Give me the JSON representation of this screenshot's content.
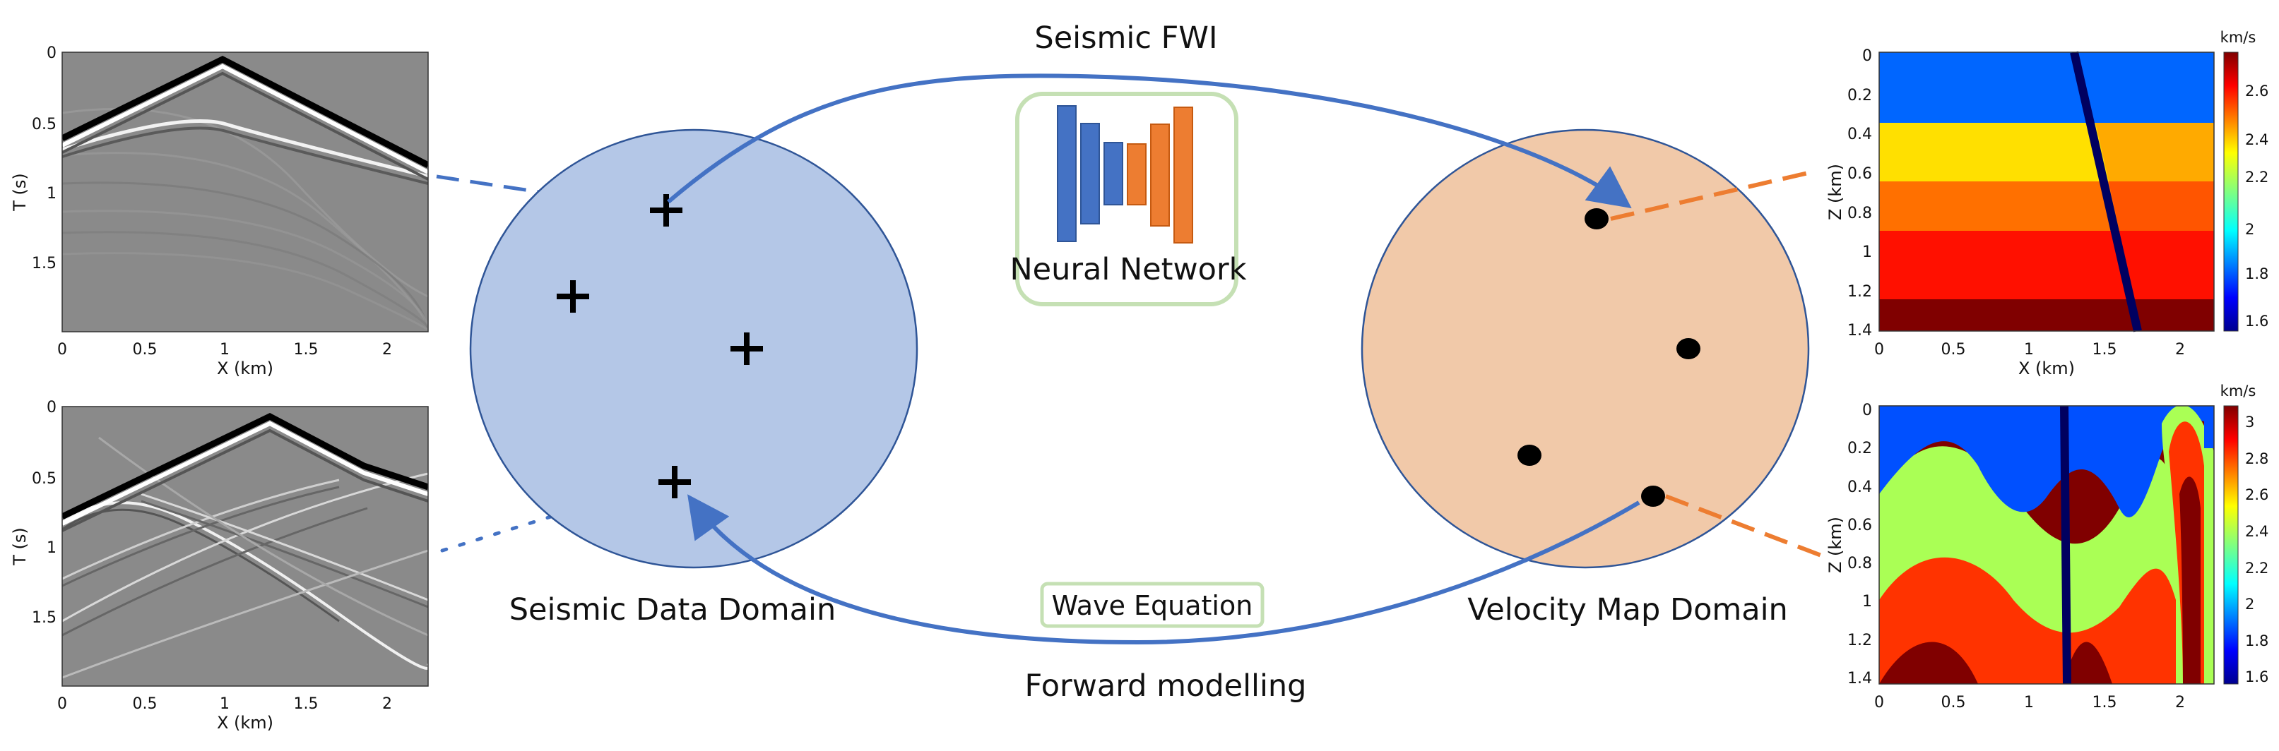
{
  "title_top": "Seismic FWI",
  "title_bottom": "Forward modelling",
  "neural_network_label": "Neural Network",
  "wave_equation_label": "Wave Equation",
  "seismic_domain_label": "Seismic Data Domain",
  "velocity_domain_label": "Velocity Map Domain",
  "colors": {
    "arrow_blue": "#4472c4",
    "seismic_circle": "#b4c7e7",
    "velocity_circle": "#f1c9a9",
    "dash_orange": "#ed7d31",
    "box_green": "#c5e0b4",
    "nn_blue": "#4472c4",
    "nn_orange": "#ed7d31"
  },
  "seismic_panels": {
    "y_label": "T (s)",
    "x_label": "X (km)",
    "x_ticks": [
      "0",
      "0.5",
      "1",
      "1.5",
      "2"
    ],
    "y_ticks": [
      "0",
      "0.5",
      "1",
      "1.5"
    ]
  },
  "velocity_panels": {
    "y_label": "Z (km)",
    "x_label": "X (km)",
    "unit": "km/s",
    "x_ticks": [
      "0",
      "0.5",
      "1",
      "1.5",
      "2"
    ],
    "y_ticks": [
      "0",
      "0.2",
      "0.4",
      "0.6",
      "0.8",
      "1",
      "1.2",
      "1.4"
    ],
    "top_colorbar_ticks": [
      "2.6",
      "2.4",
      "2.2",
      "2",
      "1.8",
      "1.6"
    ],
    "bottom_colorbar_ticks": [
      "3",
      "2.8",
      "2.6",
      "2.4",
      "2.2",
      "2",
      "1.8",
      "1.6"
    ]
  }
}
